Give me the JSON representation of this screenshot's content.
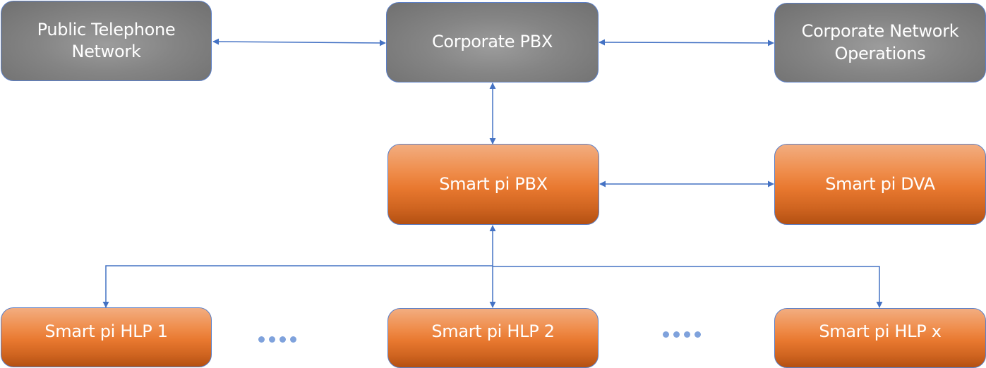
{
  "diagram": {
    "type": "network-architecture",
    "nodes": [
      {
        "id": "public-telephone-network",
        "label": "Public Telephone\nNetwork",
        "style": "gray"
      },
      {
        "id": "corporate-pbx",
        "label": "Corporate PBX",
        "style": "gray"
      },
      {
        "id": "corporate-network-operations",
        "label": "Corporate Network\nOperations",
        "style": "gray"
      },
      {
        "id": "smart-pi-pbx",
        "label": "Smart pi PBX",
        "style": "orange"
      },
      {
        "id": "smart-pi-dva",
        "label": "Smart pi DVA",
        "style": "orange"
      },
      {
        "id": "smart-pi-hlp-1",
        "label": "Smart pi HLP 1",
        "style": "orange"
      },
      {
        "id": "smart-pi-hlp-2",
        "label": "Smart pi HLP 2",
        "style": "orange"
      },
      {
        "id": "smart-pi-hlp-x",
        "label": "Smart pi HLP x",
        "style": "orange"
      }
    ],
    "edges": [
      {
        "from": "public-telephone-network",
        "to": "corporate-pbx",
        "direction": "both"
      },
      {
        "from": "corporate-pbx",
        "to": "corporate-network-operations",
        "direction": "both"
      },
      {
        "from": "corporate-pbx",
        "to": "smart-pi-pbx",
        "direction": "both"
      },
      {
        "from": "smart-pi-pbx",
        "to": "smart-pi-dva",
        "direction": "both"
      },
      {
        "from": "smart-pi-pbx",
        "to": "smart-pi-hlp-1",
        "direction": "both"
      },
      {
        "from": "smart-pi-pbx",
        "to": "smart-pi-hlp-2",
        "direction": "both"
      },
      {
        "from": "smart-pi-pbx",
        "to": "smart-pi-hlp-x",
        "direction": "both"
      }
    ],
    "ellipsis_count": 4,
    "colors": {
      "connector": "#4472c4",
      "node_border": "#5b7fc7",
      "gray_node": "#858585",
      "orange_node": "#e8782f",
      "ellipsis_dot": "#7fa2dc",
      "label": "#ffffff"
    }
  }
}
